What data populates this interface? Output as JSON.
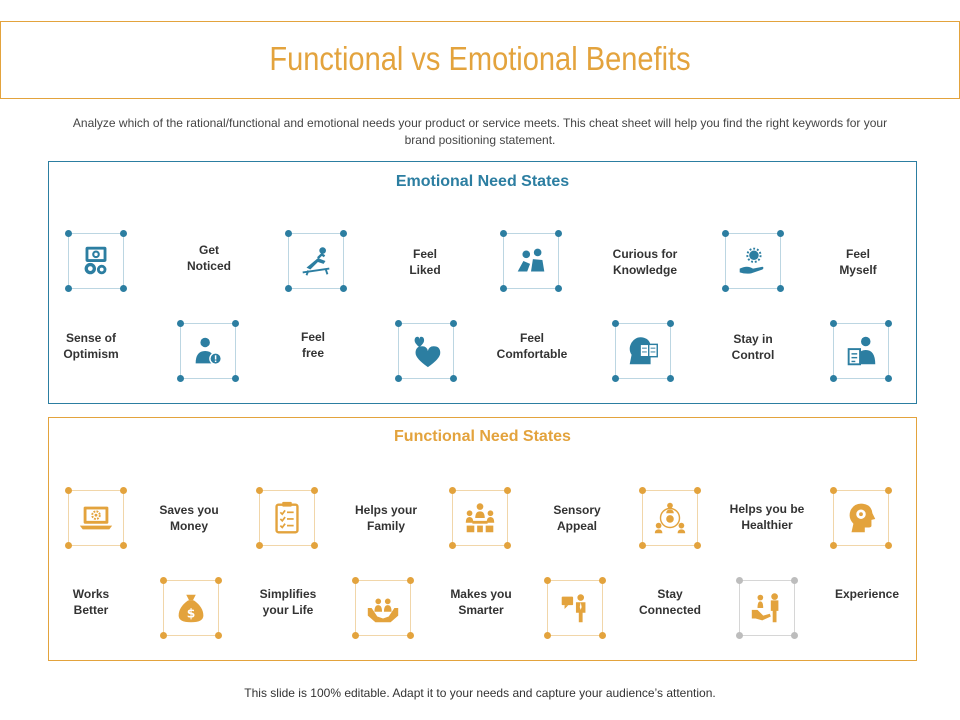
{
  "title": "Functional vs Emotional Benefits",
  "intro": "Analyze which of the rational/functional and emotional needs your product or service meets. This cheat sheet will help you find the right keywords for your brand positioning statement.",
  "colors": {
    "emotional": "#2c7ea1",
    "functional": "#e3a33d"
  },
  "emotional": {
    "heading": "Emotional Need States",
    "labels": {
      "get_noticed": "Get\nNoticed",
      "feel_liked": "Feel\nLiked",
      "curious": "Curious for\nKnowledge",
      "feel_myself": "Feel\nMyself",
      "optimism": "Sense of\nOptimism",
      "feel_free": "Feel\nfree",
      "feel_comfortable": "Feel\nComfortable",
      "stay_in_control": "Stay in\nControl"
    },
    "icons": [
      "target-laptop-icon",
      "relaxing-person-icon",
      "people-icon",
      "hand-gear-icon",
      "person-alert-icon",
      "hearts-icon",
      "head-book-icon",
      "person-clipboard-icon"
    ]
  },
  "functional": {
    "heading": "Functional Need States",
    "labels": {
      "saves_money": "Saves you\nMoney",
      "helps_family": "Helps your\nFamily",
      "sensory_appeal": "Sensory\nAppeal",
      "healthier": "Helps you be\nHealthier",
      "works_better": "Works\nBetter",
      "simplifies_life": "Simplifies\nyour Life",
      "makes_smarter": "Makes you\nSmarter",
      "stay_connected": "Stay\nConnected",
      "experience": "Experience"
    },
    "icons": [
      "laptop-gear-icon",
      "checklist-icon",
      "team-icon",
      "network-icon",
      "head-gear-icon",
      "money-bag-icon",
      "hands-people-icon",
      "speaker-person-icon",
      "helping-people-icon"
    ]
  },
  "footer": "This slide is 100% editable. Adapt it to your needs and capture your audience’s attention."
}
